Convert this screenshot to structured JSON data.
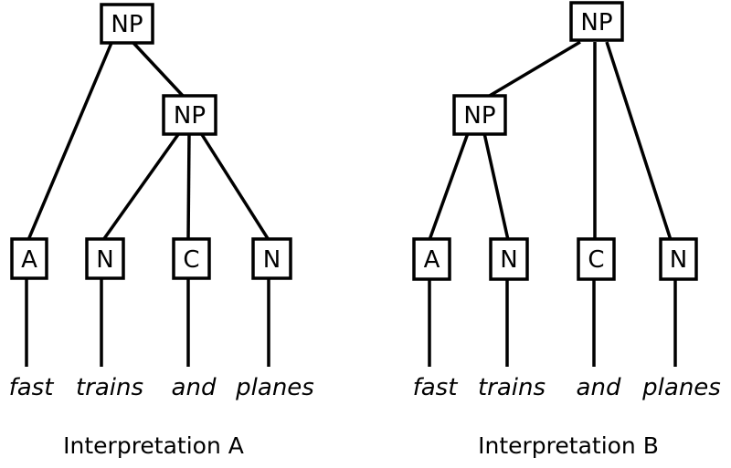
{
  "diagram": {
    "colors": {
      "background": "#ffffff",
      "line": "#000000",
      "text": "#000000"
    },
    "trees": [
      {
        "caption": "Interpretation A",
        "nodes": {
          "root": "NP",
          "inner": "NP",
          "leaf1": "A",
          "leaf2": "N",
          "leaf3": "C",
          "leaf4": "N"
        },
        "words": [
          "fast",
          "trains",
          "and",
          "planes"
        ],
        "structure": "root NP dominates A(fast) and inner NP; inner NP dominates N(trains) C(and) N(planes)"
      },
      {
        "caption": "Interpretation B",
        "nodes": {
          "root": "NP",
          "inner": "NP",
          "leaf1": "A",
          "leaf2": "N",
          "leaf3": "C",
          "leaf4": "N"
        },
        "words": [
          "fast",
          "trains",
          "and",
          "planes"
        ],
        "structure": "root NP dominates inner NP, C(and), N(planes); inner NP dominates A(fast) N(trains)"
      }
    ]
  }
}
